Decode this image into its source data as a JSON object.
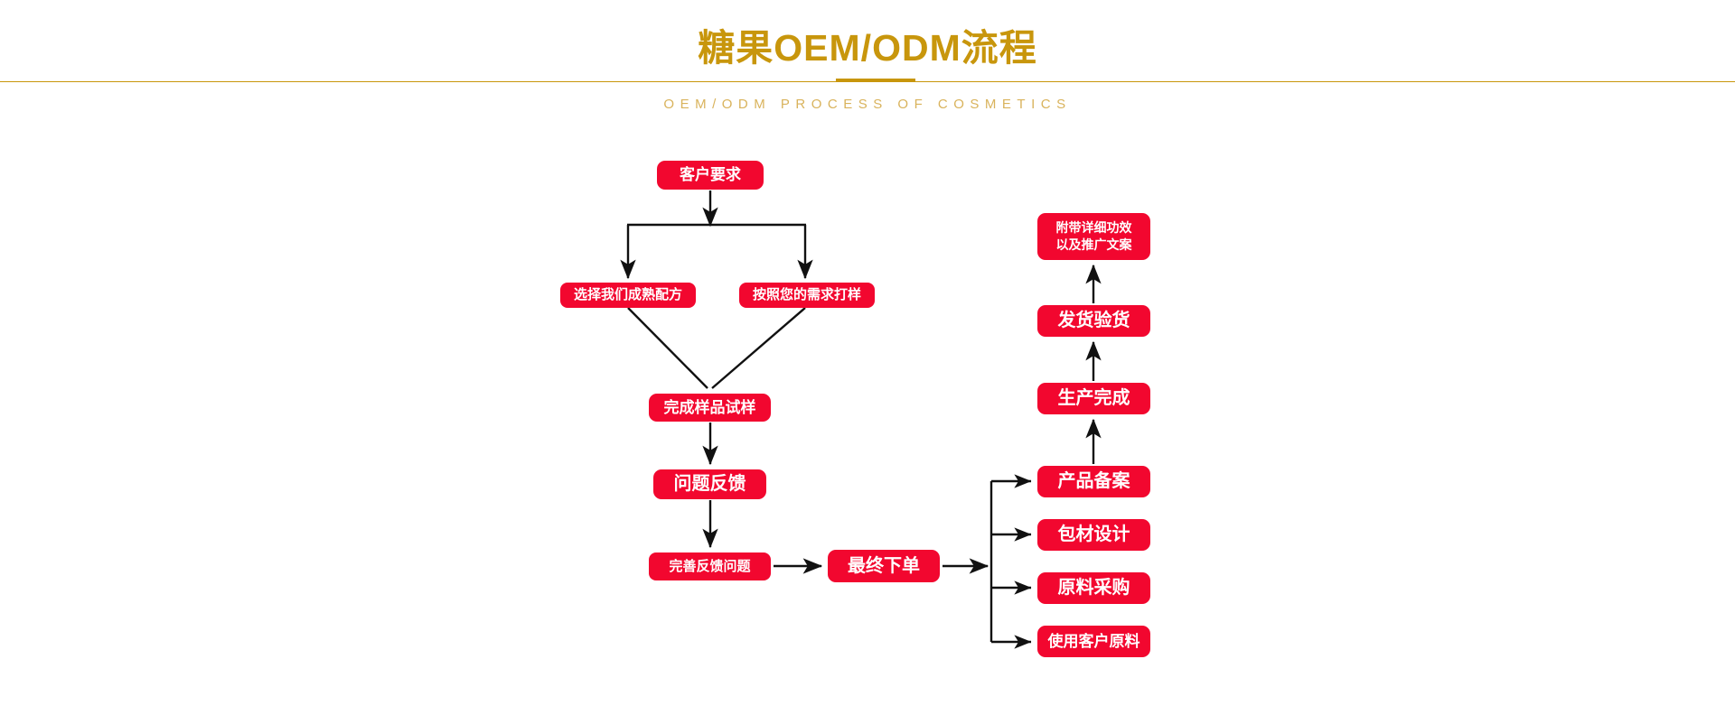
{
  "header": {
    "title": "糖果OEM/ODM流程",
    "subtitle": "OEM/ODM PROCESS OF COSMETICS",
    "title_color": "#c8960c",
    "subtitle_color": "#d9b35c",
    "divider_color": "#c8960c"
  },
  "theme": {
    "node_fill": "#f2072f",
    "node_text": "#ffffff",
    "edge_color": "#111111",
    "background": "#ffffff"
  },
  "chart_data": {
    "type": "diagram",
    "title": "糖果OEM/ODM流程",
    "subtitle": "OEM/ODM PROCESS OF COSMETICS",
    "nodes": [
      {
        "id": "customer_req",
        "label": "客户要求"
      },
      {
        "id": "choose_formula",
        "label": "选择我们成熟配方"
      },
      {
        "id": "sample_by_need",
        "label": "按照您的需求打样"
      },
      {
        "id": "sample_done",
        "label": "完成样品试样"
      },
      {
        "id": "issue_feedback",
        "label": "问题反馈"
      },
      {
        "id": "fix_feedback",
        "label": "完善反馈问题"
      },
      {
        "id": "final_order",
        "label": "最终下单"
      },
      {
        "id": "product_filing",
        "label": "产品备案"
      },
      {
        "id": "package_design",
        "label": "包材设计"
      },
      {
        "id": "material_buy",
        "label": "原料采购"
      },
      {
        "id": "client_material",
        "label": "使用客户原料"
      },
      {
        "id": "production_done",
        "label": "生产完成"
      },
      {
        "id": "ship_inspect",
        "label": "发货验货"
      },
      {
        "id": "promo_copy",
        "label_line1": "附带详细功效",
        "label_line2": "以及推广文案"
      }
    ],
    "edges": [
      {
        "from": "customer_req",
        "to": "choose_formula"
      },
      {
        "from": "customer_req",
        "to": "sample_by_need"
      },
      {
        "from": "choose_formula",
        "to": "sample_done"
      },
      {
        "from": "sample_by_need",
        "to": "sample_done"
      },
      {
        "from": "sample_done",
        "to": "issue_feedback"
      },
      {
        "from": "issue_feedback",
        "to": "fix_feedback"
      },
      {
        "from": "fix_feedback",
        "to": "final_order"
      },
      {
        "from": "final_order",
        "to": "product_filing"
      },
      {
        "from": "final_order",
        "to": "package_design"
      },
      {
        "from": "final_order",
        "to": "material_buy"
      },
      {
        "from": "final_order",
        "to": "client_material"
      },
      {
        "from": "product_filing",
        "to": "production_done"
      },
      {
        "from": "production_done",
        "to": "ship_inspect"
      },
      {
        "from": "ship_inspect",
        "to": "promo_copy"
      }
    ]
  }
}
